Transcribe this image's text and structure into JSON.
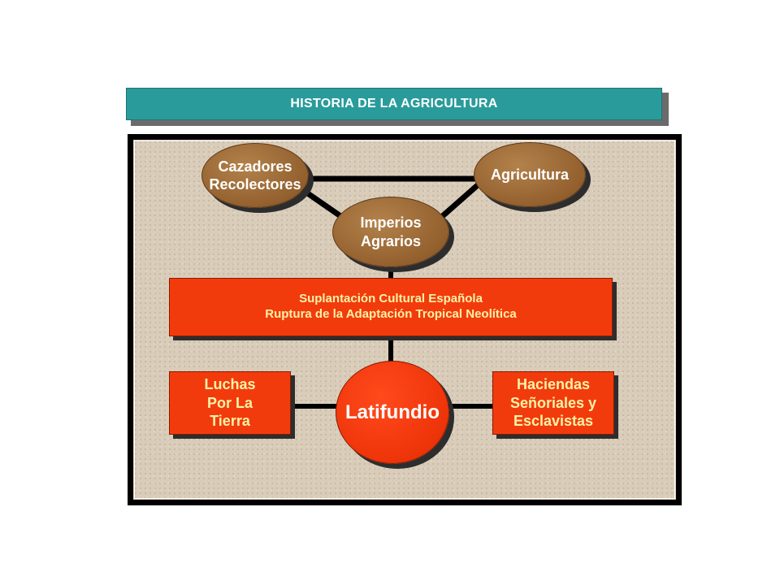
{
  "title": "HISTORIA DE LA AGRICULTURA",
  "nodes": {
    "cazadores": [
      "Cazadores",
      "Recolectores"
    ],
    "agricultura": [
      "Agricultura"
    ],
    "imperios": [
      "Imperios",
      "Agrarios"
    ],
    "suplantacion": [
      "Suplantación Cultural Española",
      "Ruptura de la Adaptación Tropical Neolítica"
    ],
    "luchas": [
      "Luchas",
      "Por La",
      "Tierra"
    ],
    "latifundio": [
      "Latifundio"
    ],
    "haciendas": [
      "Haciendas",
      "Señoriales y",
      "Esclavistas"
    ]
  },
  "colors": {
    "title_bar": "#2a9b9b",
    "panel": "#d9ccb9",
    "brown_node": "#93602e",
    "red_node": "#ee3409",
    "yellow_text": "#fff2a6"
  }
}
